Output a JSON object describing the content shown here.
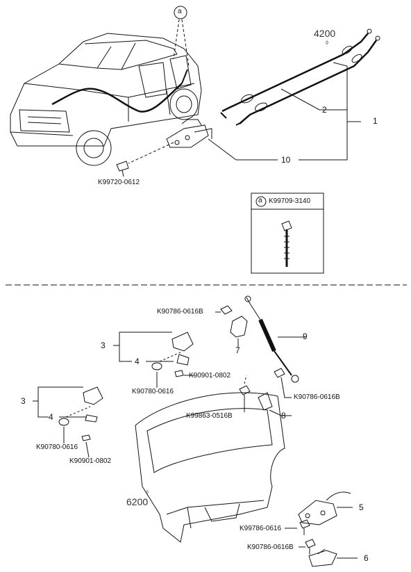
{
  "group_codes": {
    "top": "4200",
    "bottom": "6200"
  },
  "inset": {
    "title": "K99709-3140",
    "marker": "a"
  },
  "car_marker": "a",
  "part_numbers": {
    "k99720": "K99720-0612",
    "k90786_top": "K90786-0616B",
    "k90901_right": "K90901-0802",
    "k90780_right": "K90780-0616",
    "k90786_right": "K90786-0616B",
    "k99863": "K99863-0516B",
    "k90780_left": "K90780-0616",
    "k90901_left": "K90901-0802",
    "k99786": "K99786-0616",
    "k90786_bottom": "K90786-0616B"
  },
  "callouts": {
    "c1": "1",
    "c2": "2",
    "c10": "10",
    "c9": "9",
    "c7": "7",
    "c3_right": "3",
    "c4_right": "4",
    "c3_left": "3",
    "c4_left": "4",
    "c8": "8",
    "c5": "5",
    "c6": "6"
  }
}
